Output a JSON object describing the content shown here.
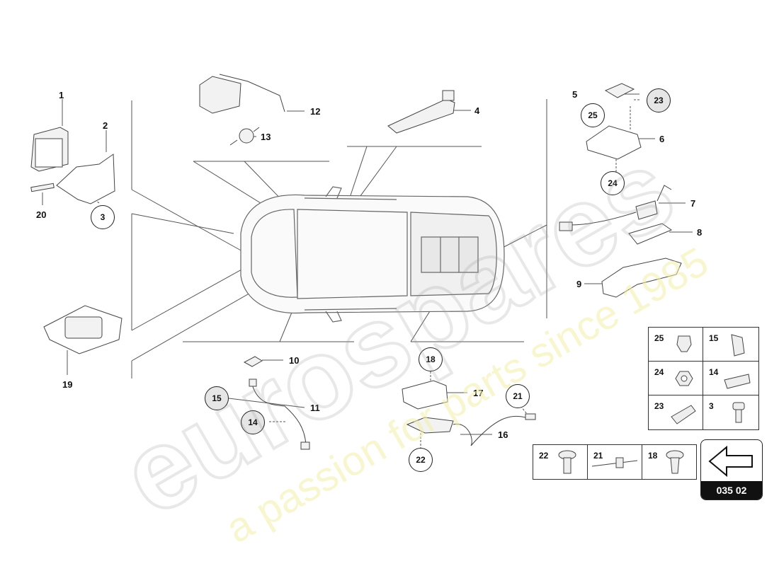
{
  "diagram": {
    "page_code": "035 02",
    "part_numbers": [
      "1",
      "2",
      "3",
      "4",
      "5",
      "6",
      "7",
      "8",
      "9",
      "10",
      "11",
      "12",
      "13",
      "14",
      "15",
      "16",
      "17",
      "18",
      "19",
      "20",
      "21",
      "22",
      "23",
      "24",
      "25"
    ],
    "fastener_grid": {
      "cells": [
        "25",
        "15",
        "24",
        "14",
        "23",
        "3"
      ]
    },
    "fastener_row": {
      "cells": [
        "22",
        "21",
        "18"
      ]
    },
    "navigation": {
      "arrow_icon": "left-arrow-icon"
    }
  },
  "watermark": {
    "brand": "eurospares",
    "slogan": "a passion for parts since 1985",
    "slogan_color": "#f2f0a8"
  }
}
